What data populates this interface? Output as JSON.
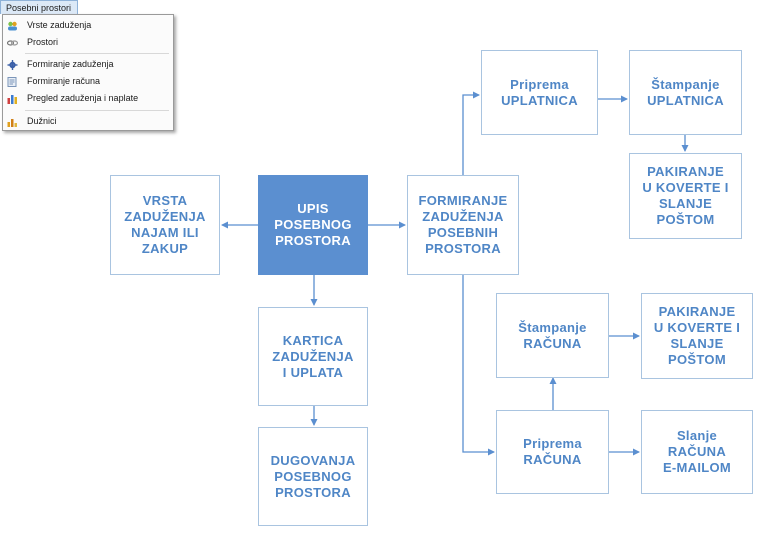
{
  "menu": {
    "tab_label": "Posebni prostori",
    "items": [
      {
        "label": "Vrste zaduženja",
        "icon": "group-icon"
      },
      {
        "label": "Prostori",
        "icon": "link-icon"
      },
      {
        "label": "Formiranje zaduženja",
        "icon": "gear-icon"
      },
      {
        "label": "Formiranje računa",
        "icon": "document-icon"
      },
      {
        "label": "Pregled zaduženja i naplate",
        "icon": "bar-chart-icon"
      },
      {
        "label": "Dužnici",
        "icon": "chart-icon"
      }
    ]
  },
  "diagram": {
    "upis": "UPIS\nPOSEBNOG\nPROSTORA",
    "vrsta": "VRSTA\nZADUŽENJA\nNAJAM ILI\nZAKUP",
    "formiranje": "FORMIRANJE\nZADUŽENJA\nPOSEBNIH\nPROSTORA",
    "kartica": "KARTICA\nZADUŽENJA\nI UPLATA",
    "dugovanja": "DUGOVANJA\nPOSEBNOG\nPROSTORA",
    "priprema_uplatnica": "Priprema\nUPLATNICA",
    "stampanje_uplatnica": "Štampanje\nUPLATNICA",
    "pakiranje_1": "PAKIRANJE\nU KOVERTE I\nSLANJE\nPOŠTOM",
    "stampanje_racuna": "Štampanje\nRAČUNA",
    "pakiranje_2": "PAKIRANJE\nU KOVERTE I\nSLANJE\nPOŠTOM",
    "priprema_racuna": "Priprema\nRAČUNA",
    "slanje_racuna": "Slanje\nRAČUNA\nE-MAILOM"
  },
  "colors": {
    "accent": "#5b8fd0",
    "text_blue": "#4f86c6",
    "arrow": "#5b8fd0",
    "box_border": "#a9c4e0"
  }
}
